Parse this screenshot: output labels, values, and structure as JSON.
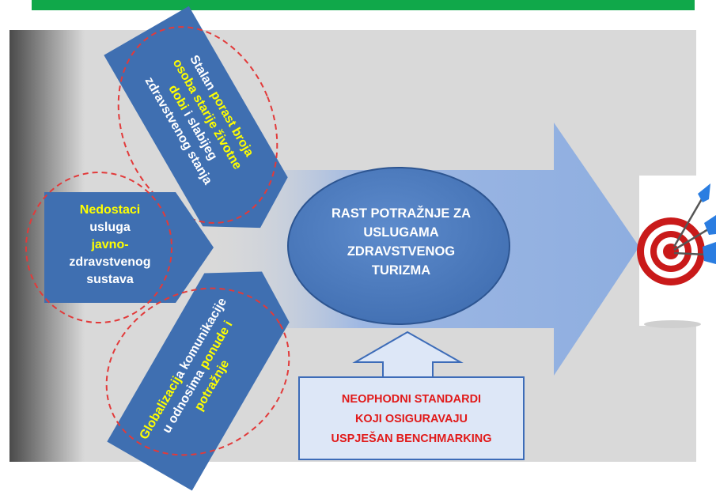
{
  "colors": {
    "top_bar": "#10a84a",
    "background_panel": "#d9d9d9",
    "big_arrow": "#8eaee0",
    "pentagon_fill": "#3f6fb1",
    "ellipse_fill": "#4f7ec2",
    "dash_circle": "#e23a3a",
    "highlight_text": "#ffff00",
    "body_text": "#ffffff",
    "standards_text": "#e11a1a",
    "standards_box": "#dde7f7"
  },
  "icons": {
    "target": "target-with-darts-icon"
  },
  "shapes": {
    "top": {
      "lines": [
        [
          {
            "t": "Stalan ",
            "hl": false
          },
          {
            "t": "porast broja",
            "hl": true
          }
        ],
        [
          {
            "t": "osoba starije životne",
            "hl": true
          }
        ],
        [
          {
            "t": "dobi",
            "hl": true
          },
          {
            "t": " i slabijeg",
            "hl": false
          }
        ],
        [
          {
            "t": "zdravstvenog stanja",
            "hl": false
          }
        ]
      ]
    },
    "middle": {
      "lines": [
        [
          {
            "t": "Nedostaci",
            "hl": true
          }
        ],
        [
          {
            "t": "usluga",
            "hl": false
          }
        ],
        [
          {
            "t": "javno-",
            "hl": true
          }
        ],
        [
          {
            "t": "zdravstvenog",
            "hl": false
          }
        ],
        [
          {
            "t": "sustava",
            "hl": false
          }
        ]
      ]
    },
    "bottom": {
      "lines": [
        [
          {
            "t": "Globalizacij",
            "hl": true
          },
          {
            "t": "a komunikacije",
            "hl": false
          }
        ],
        [
          {
            "t": "u odnosima ",
            "hl": false
          },
          {
            "t": "ponude i",
            "hl": true
          }
        ],
        [
          {
            "t": "potražnje",
            "hl": true
          }
        ]
      ]
    }
  },
  "center": {
    "lines": [
      "RAST POTRAŽNJE ZA",
      "USLUGAMA",
      "ZDRAVSTVENOG",
      "TURIZMA"
    ]
  },
  "standards": {
    "lines": [
      "NEOPHODNI STANDARDI",
      "KOJI OSIGURAVAJU",
      "USPJEŠAN BENCHMARKING"
    ]
  }
}
